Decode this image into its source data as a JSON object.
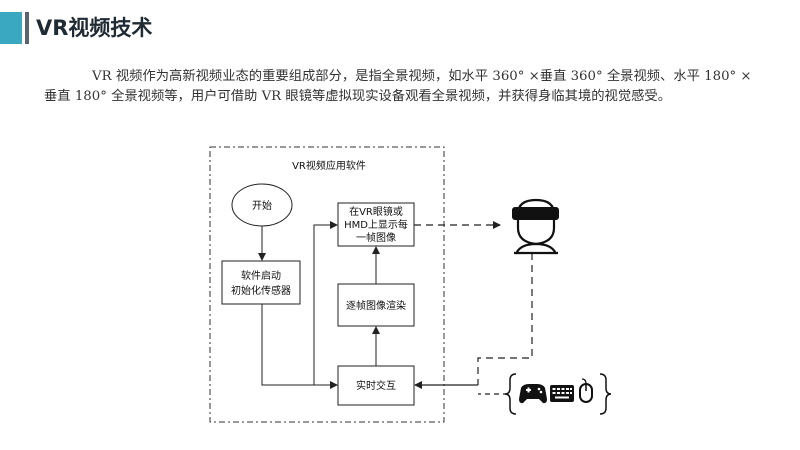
{
  "slide": {
    "title": "VR视频技术",
    "intro": "VR 视频作为高新视频业态的重要组成部分，是指全景视频，如水平 360° ×垂直 360° 全景视频、水平 180° ×垂直 180° 全景视频等，用户可借助 VR 眼镜等虚拟现实设备观看全景视频，并获得身临其境的视觉感受。"
  },
  "diagram": {
    "software_label": "VR视频应用软件",
    "nodes": {
      "start": "开始",
      "init": [
        "软件启动",
        "初始化传感器"
      ],
      "display": [
        "在VR眼镜或",
        "HMD上显示每",
        "一帧图像"
      ],
      "render": "逐帧图像渲染",
      "interact": "实时交互"
    },
    "icons": {
      "user": "vr-headset-user-icon",
      "gamepad": "gamepad-icon",
      "keyboard": "keyboard-icon",
      "mouse": "mouse-icon"
    },
    "colors": {
      "accent": "#3aa8c1",
      "line": "#222222"
    }
  }
}
